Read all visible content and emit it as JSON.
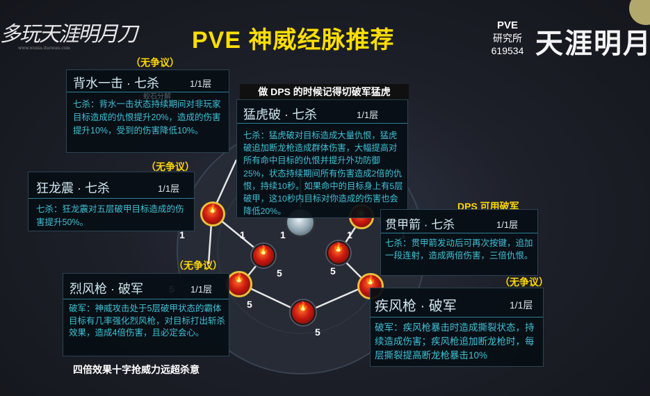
{
  "header": {
    "logo_left": "多玩天涯明月刀",
    "logo_left_url": "www.wuxia.duowan.com",
    "title": "PVE 神威经脉推荐",
    "brand_line1": "PVE",
    "brand_line2": "研究所",
    "brand_line3": "619534",
    "logo_right": "天涯明月"
  },
  "notes": {
    "no_dispute_1": "（无争议）",
    "no_dispute_2": "（无争议）",
    "no_dispute_3": "（无争议）",
    "no_dispute_4": "（无争议）",
    "dps_tip": "做 DPS 的时候记得切破军猛虎",
    "dps_can_use": "DPS 可用破军",
    "cross_gun_tip": "四倍效果十字抢威力远超杀意"
  },
  "cards": {
    "beishui": {
      "name": "背水一击 · 七杀",
      "level": "1/1层",
      "desc": "七杀：背水一击状态持续期间对非玩家目标造成的仇恨提升20%，造成的伤害提升10%，受到的伤害降低10%。"
    },
    "menghu": {
      "name": "猛虎破 · 七杀",
      "level": "1/1层",
      "desc": "七杀：猛虎破对目标造成大量仇恨，猛虎破追加断龙枪造成群体伤害，大幅提高对所有命中目标的仇恨并提升外功防御25%，状态持续期间所有伤害造成2倍的仇恨，持续10秒。如果命中的目标身上有5层破甲，这10秒内目标对你造成的伤害也会降低20%。"
    },
    "kuanglong": {
      "name": "狂龙震 · 七杀",
      "level": "1/1层",
      "desc": "七杀：狂龙震对五层破甲目标造成的伤害提升50%。"
    },
    "guanjia": {
      "name": "贯甲箭 · 七杀",
      "level": "1/1层",
      "desc": "七杀：贯甲箭发动后可再次按键，追加一段连射，造成两倍伤害，三倍仇恨。"
    },
    "liefeng": {
      "name": "烈风枪 · 破军",
      "level": "1/1层",
      "desc": "破军：神威攻击处于5层破甲状态的霸体目标有几率强化烈风枪，对目标打出斩杀效果，造成4倍伤害，且必定会心。"
    },
    "jifeng": {
      "name": "疾风枪 · 破军",
      "level": "1/1层",
      "desc": "破军：疾风枪暴击时造成撕裂状态，持续造成伤害；疾风枪追加断龙枪时，每层撕裂提高断龙枪暴击10%"
    }
  },
  "tree": {
    "partial_label": "蛟石分解",
    "numbers": [
      "1",
      "1",
      "1",
      "1",
      "1",
      "5",
      "5",
      "5",
      "5",
      "5"
    ]
  },
  "colors": {
    "title": "#ffde00",
    "note": "#ffd800",
    "desc_text": "#3fc1d6",
    "card_bg": "#060e14"
  }
}
